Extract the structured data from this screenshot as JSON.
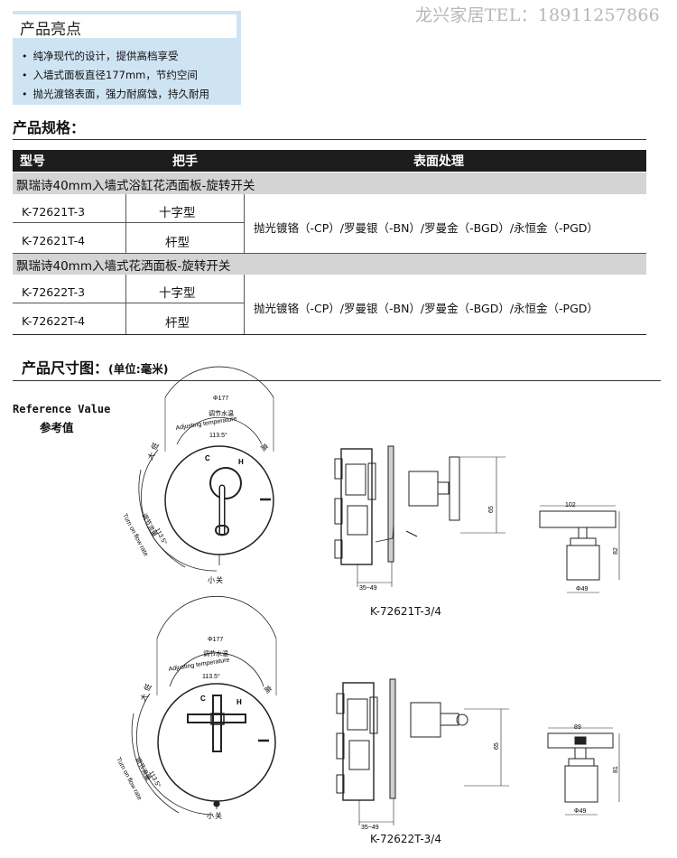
{
  "contact": "龙兴家居TEL：18911257866",
  "highlights": {
    "title": "产品亮点",
    "items": [
      "纯净现代的设计，提供高档享受",
      "入墙式面板直径177mm，节约空间",
      "抛光渡铬表面，强力耐腐蚀，持久耐用"
    ]
  },
  "specs": {
    "title": "产品规格：",
    "headers": [
      "型号",
      "把手",
      "表面处理"
    ],
    "groups": [
      {
        "name": "飘瑞诗40mm入墙式浴缸花洒面板-旋转开关",
        "rows": [
          {
            "model": "K-72621T-3",
            "handle": "十字型"
          },
          {
            "model": "K-72621T-4",
            "handle": "杆型"
          }
        ],
        "finish": "抛光镀铬（-CP）/罗曼银（-BN）/罗曼金（-BGD）/永恒金（-PGD）"
      },
      {
        "name": "飘瑞诗40mm入墙式花洒面板-旋转开关",
        "rows": [
          {
            "model": "K-72622T-3",
            "handle": "十字型"
          },
          {
            "model": "K-72622T-4",
            "handle": "杆型"
          }
        ],
        "finish": "抛光镀铬（-CP）/罗曼银（-BN）/罗曼金（-BGD）/永恒金（-PGD）"
      }
    ]
  },
  "dimensions": {
    "title": "产品尺寸图：",
    "unit_note": "(单位:毫米)",
    "reference_en": "Reference Value",
    "reference_cn": "参考值",
    "drawings": [
      {
        "caption": "K-72621T-3/4",
        "dia": "Φ177",
        "adjust_cn": "调节水温",
        "adjust_en": "Adjusting temperature",
        "angle": "113.5°",
        "low": "低",
        "big": "大",
        "high": "高",
        "flow_angle": "113.5°",
        "flow_cn": "调节流量",
        "flow_en": "Turn on flow rate",
        "small": "小",
        "close": "关",
        "side_h": "65",
        "side_w": "35~49",
        "handle_w": "102",
        "handle_h": "82",
        "handle_d": "Φ49"
      },
      {
        "caption": "K-72622T-3/4",
        "dia": "Φ177",
        "adjust_cn": "调节水温",
        "adjust_en": "Adjusting temperature",
        "angle": "113.5°",
        "low": "低",
        "big": "大",
        "high": "高",
        "flow_angle": "113.5°",
        "flow_cn": "调节流量",
        "flow_en": "Turn on flow rate",
        "small": "小",
        "close": "关",
        "side_h": "65",
        "side_w": "35~49",
        "handle_w": "89",
        "handle_h": "81",
        "handle_d": "Φ49"
      }
    ]
  }
}
